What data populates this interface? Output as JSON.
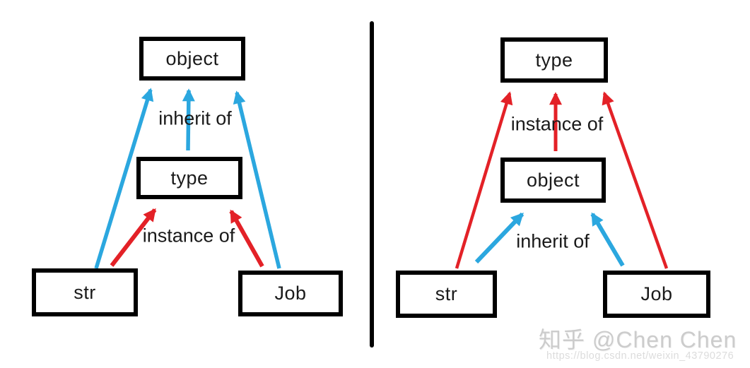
{
  "panels": [
    {
      "side": "left",
      "nodes": {
        "top": "object",
        "middle": "type",
        "bottom_left": "str",
        "bottom_right": "Job"
      },
      "relations": {
        "upper": "inherit of",
        "lower": "instance of"
      }
    },
    {
      "side": "right",
      "nodes": {
        "top": "type",
        "middle": "object",
        "bottom_left": "str",
        "bottom_right": "Job"
      },
      "relations": {
        "upper": "instance of",
        "lower": "inherit of"
      }
    }
  ],
  "colors": {
    "inherit_arrow": "#2BA7DF",
    "instance_arrow": "#E32127",
    "box_border": "#000000",
    "background": "#FFFFFF",
    "watermark_author": "#CCCCCC",
    "watermark_url": "#DCDCDC"
  },
  "watermark": {
    "author": "知乎 @Chen Chen",
    "url": "https://blog.csdn.net/weixin_43790276"
  }
}
